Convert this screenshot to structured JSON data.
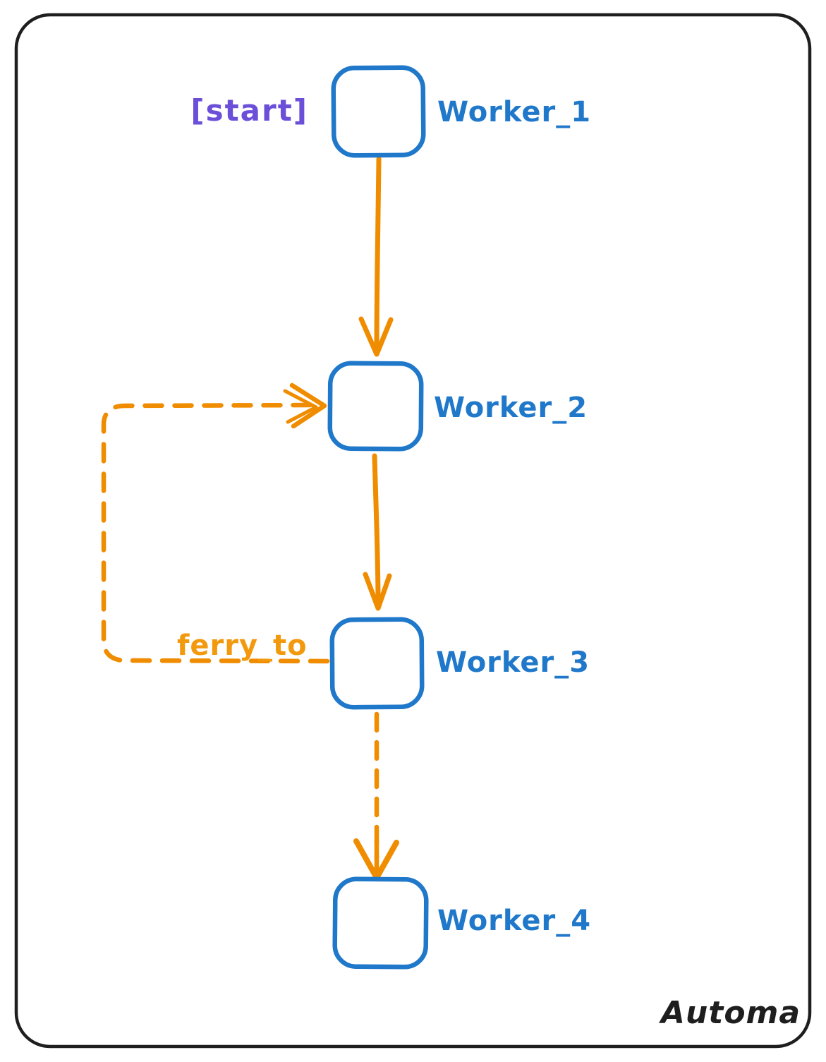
{
  "app": {
    "brand": "Automa"
  },
  "diagram": {
    "type": "workflow-graph",
    "start_marker": "[start]",
    "nodes": [
      {
        "id": "Worker_1",
        "label": "Worker_1",
        "is_start": true
      },
      {
        "id": "Worker_2",
        "label": "Worker_2",
        "is_start": false
      },
      {
        "id": "Worker_3",
        "label": "Worker_3",
        "is_start": false
      },
      {
        "id": "Worker_4",
        "label": "Worker_4",
        "is_start": false
      }
    ],
    "edges": [
      {
        "from": "Worker_1",
        "to": "Worker_2",
        "style": "solid",
        "label": ""
      },
      {
        "from": "Worker_2",
        "to": "Worker_3",
        "style": "solid",
        "label": ""
      },
      {
        "from": "Worker_3",
        "to": "Worker_2",
        "style": "dashed",
        "label": "ferry_to"
      },
      {
        "from": "Worker_3",
        "to": "Worker_4",
        "style": "dashed",
        "label": ""
      }
    ],
    "colors": {
      "node_stroke": "#1f78c9",
      "node_label": "#1f78c9",
      "edge": "#f08c00",
      "edge_label": "#f2990d",
      "start_marker": "#6c4fd9",
      "frame": "#1e1e1e",
      "brand": "#1e1e1e",
      "background": "#ffffff"
    }
  }
}
